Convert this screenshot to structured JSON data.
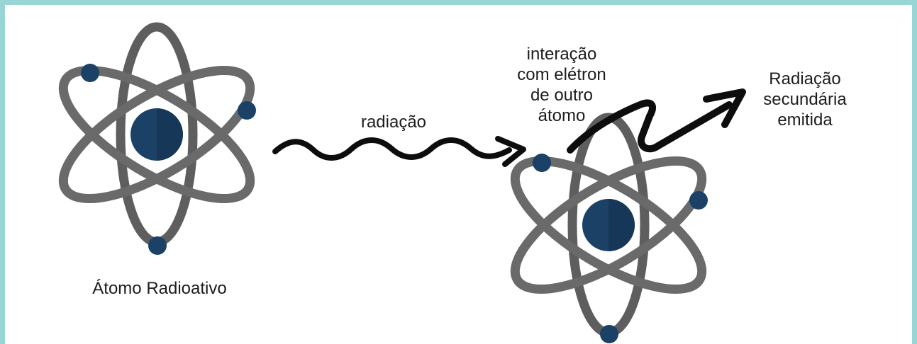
{
  "labels": {
    "radioactive_atom": "Átomo Radioativo",
    "radiation": "radiação",
    "interaction": [
      "interação",
      "com elétron",
      "de outro",
      "átomo"
    ],
    "secondary": [
      "Radiação",
      "secundária",
      "emitida"
    ]
  },
  "colors": {
    "background": "#9ad5d6",
    "orbit": "#5e5e5e",
    "orbit_highlight": "#7a7a7a",
    "nucleus": "#1b4166",
    "nucleus_highlight": "#24557f",
    "arrow": "#0d0d0d",
    "text": "#1c1c1c"
  }
}
